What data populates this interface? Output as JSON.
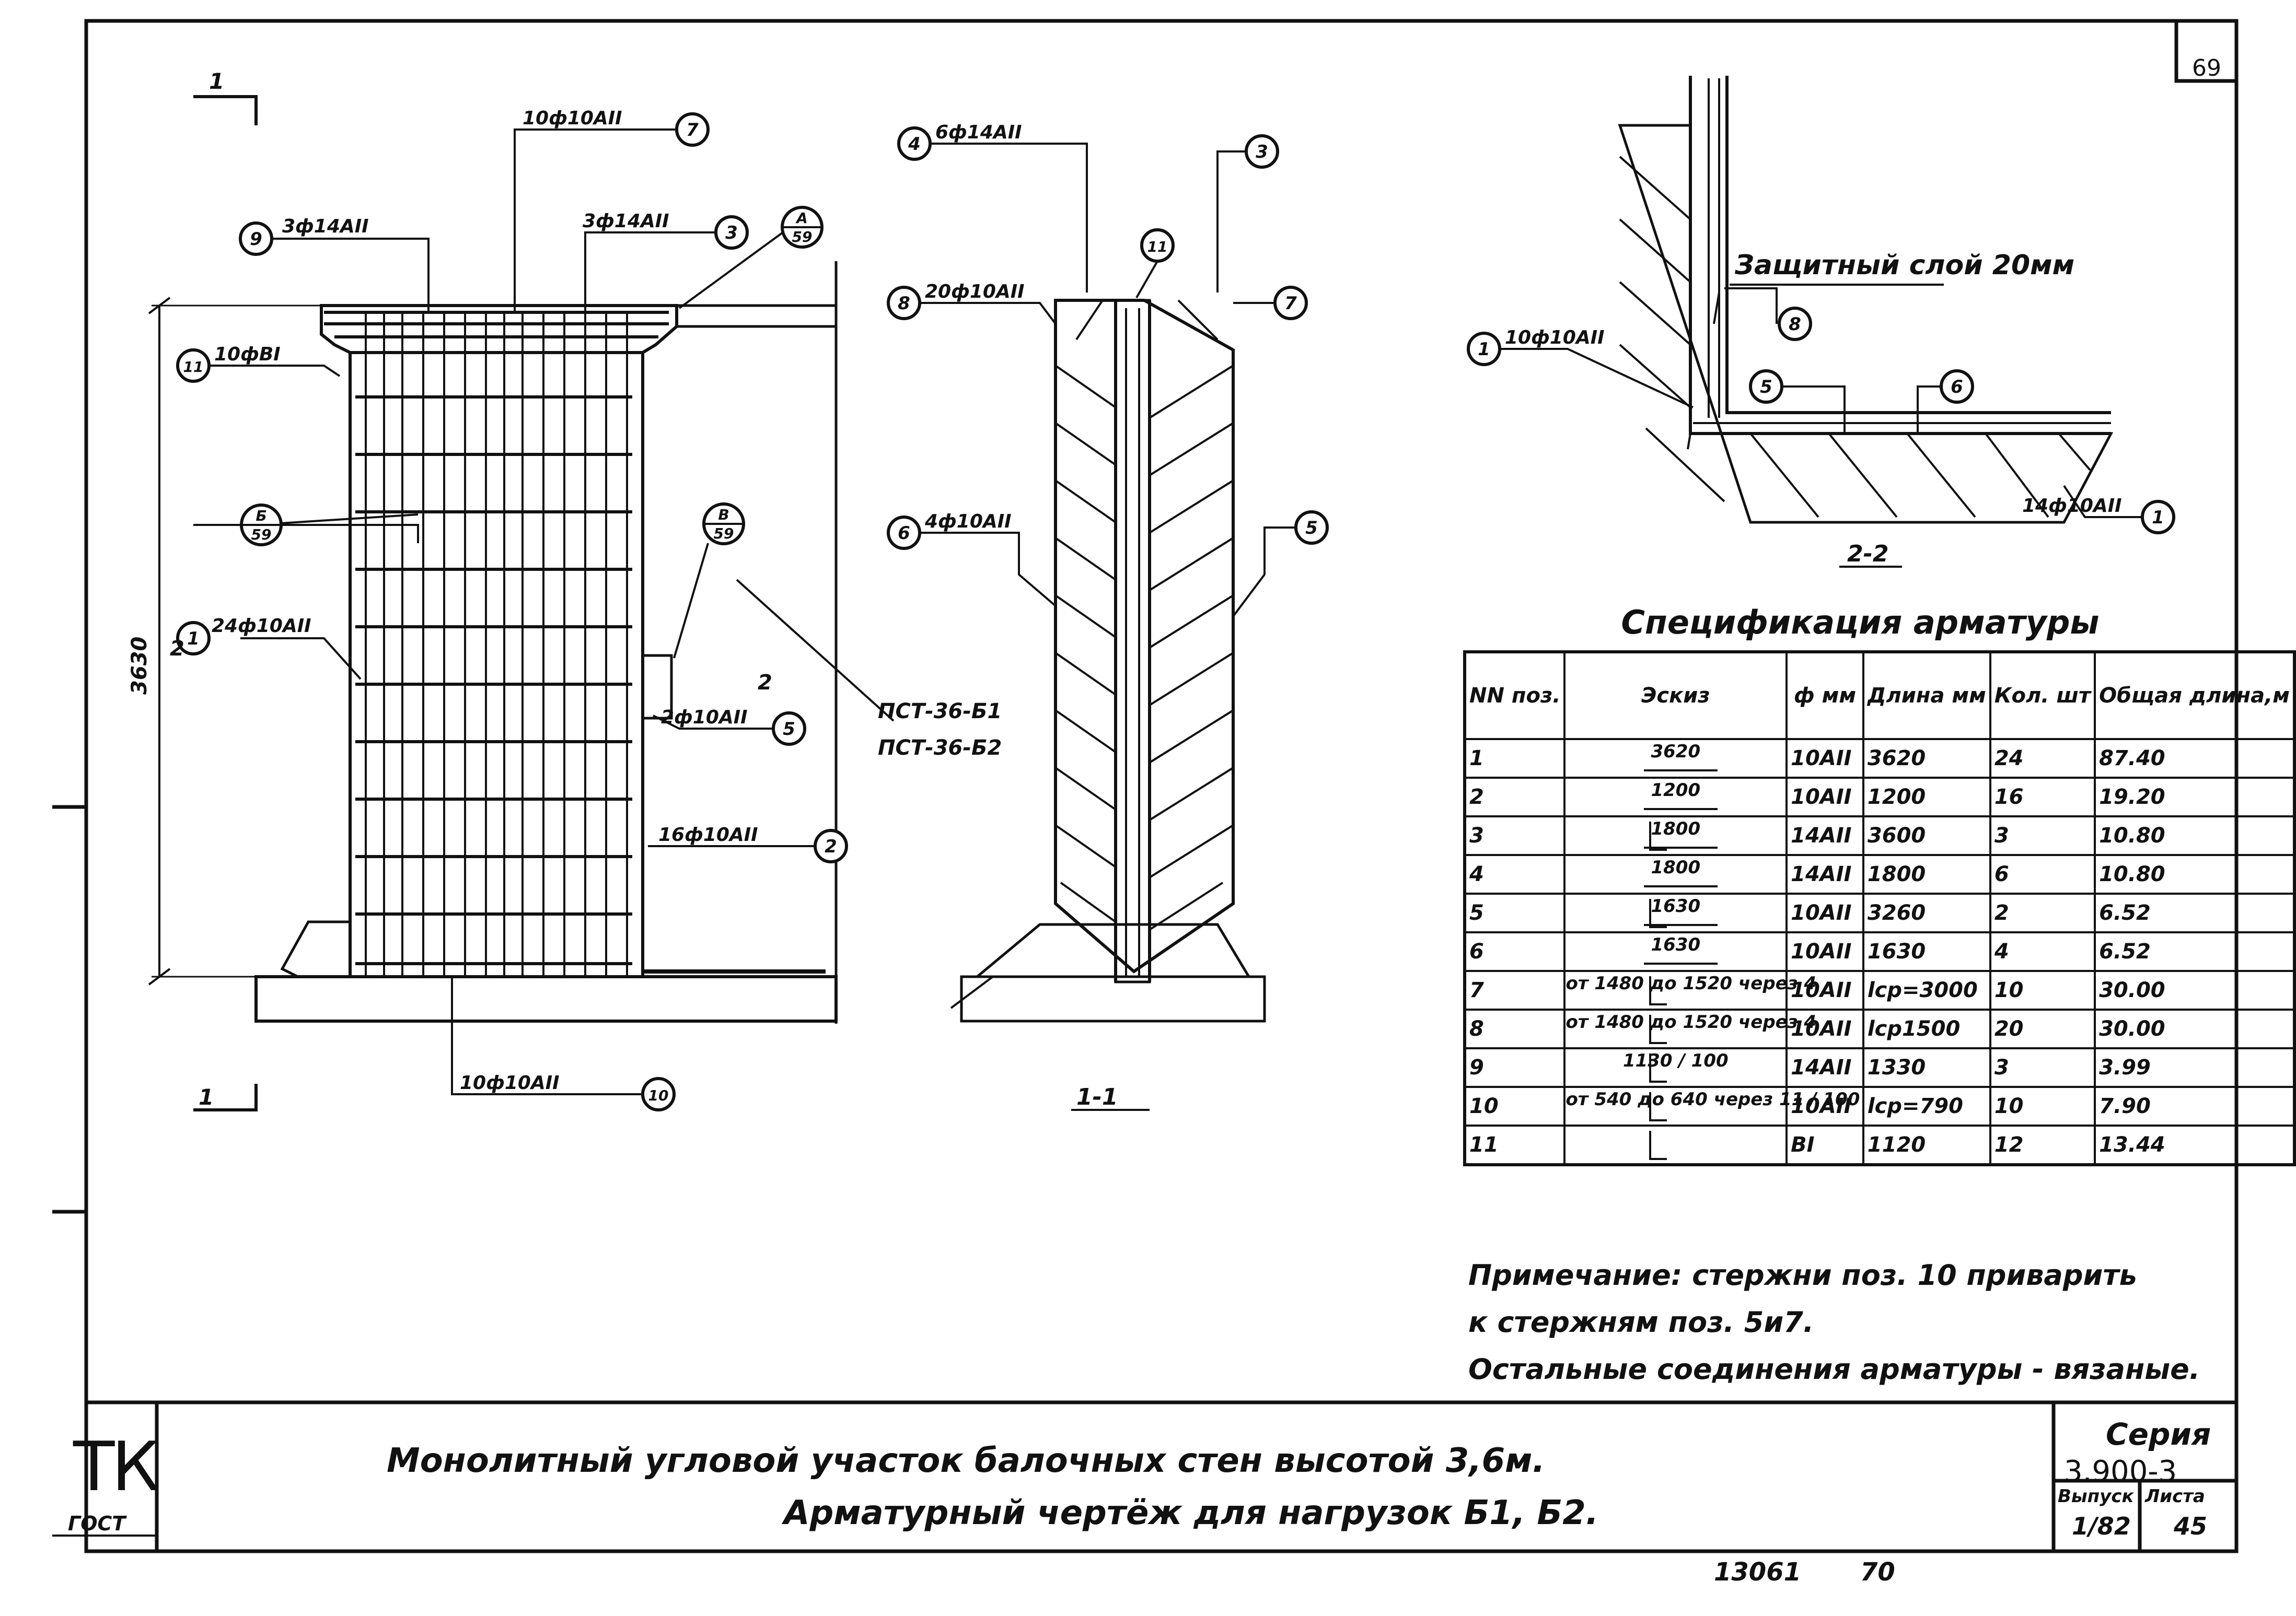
{
  "sheet_number": "69",
  "bottom_numbers": [
    "13061",
    "70"
  ],
  "stamp": "ГОСТ",
  "elevation": {
    "section_mark": "1",
    "height_dim": "3630",
    "view_mark_2": "2",
    "callouts": {
      "c7": "10ф10AII",
      "c9": "3ф14AII",
      "c3": "3ф14AII",
      "c11": "10фBI",
      "c1": "24ф10AII",
      "c5": "2ф10AII",
      "c2": "16ф10AII",
      "c10": "10ф10AII"
    },
    "panel_marks": [
      "ПСТ-36-Б1",
      "ПСТ-36-Б2"
    ],
    "node_a": {
      "top": "A",
      "bottom": "59"
    },
    "node_b": {
      "top": "Б",
      "bottom": "59"
    },
    "node_v": {
      "top": "В",
      "bottom": "59"
    },
    "numbers": {
      "n1": "1",
      "n2": "2",
      "n3": "3",
      "n5": "5",
      "n7": "7",
      "n9": "9",
      "n10": "10",
      "n11": "11"
    }
  },
  "section_1_1": {
    "title": "1-1",
    "callouts": {
      "c4": "6ф14AII",
      "c8": "20ф10AII",
      "c6": "4ф10AII"
    },
    "numbers": {
      "n4": "4",
      "n3": "3",
      "n11": "11",
      "n8": "8",
      "n7": "7",
      "n6": "6",
      "n5": "5"
    }
  },
  "section_2_2": {
    "title": "2-2",
    "note": "Защитный слой 20мм",
    "left_callout": "10ф10AII",
    "right_callout": "14ф10AII",
    "numbers": {
      "n1": "1",
      "n8": "8",
      "n5": "5",
      "n6": "6"
    }
  },
  "spec": {
    "title": "Спецификация арматуры",
    "headers": {
      "pos": "NN поз.",
      "sketch": "Эскиз",
      "dia": "ф мм",
      "len": "Длина мм",
      "qty": "Кол. шт",
      "total": "Общая длина,м"
    },
    "rows": [
      {
        "pos": "1",
        "sketch": "3620",
        "dia": "10AII",
        "len": "3620",
        "qty": "24",
        "total": "87.40"
      },
      {
        "pos": "2",
        "sketch": "1200",
        "dia": "10AII",
        "len": "1200",
        "qty": "16",
        "total": "19.20"
      },
      {
        "pos": "3",
        "sketch": "1800",
        "dia": "14AII",
        "len": "3600",
        "qty": "3",
        "total": "10.80"
      },
      {
        "pos": "4",
        "sketch": "1800",
        "dia": "14AII",
        "len": "1800",
        "qty": "6",
        "total": "10.80"
      },
      {
        "pos": "5",
        "sketch": "1630",
        "dia": "10AII",
        "len": "3260",
        "qty": "2",
        "total": "6.52"
      },
      {
        "pos": "6",
        "sketch": "1630",
        "dia": "10AII",
        "len": "1630",
        "qty": "4",
        "total": "6.52"
      },
      {
        "pos": "7",
        "sketch": "от 1480 до 1520 через 4",
        "dia": "10AII",
        "len": "lср=3000",
        "qty": "10",
        "total": "30.00"
      },
      {
        "pos": "8",
        "sketch": "от 1480 до 1520 через 4",
        "dia": "10AII",
        "len": "lср1500",
        "qty": "20",
        "total": "30.00"
      },
      {
        "pos": "9",
        "sketch": "1130 / 100",
        "dia": "14AII",
        "len": "1330",
        "qty": "3",
        "total": "3.99"
      },
      {
        "pos": "10",
        "sketch": "от 540 до 640 через 11 / 100",
        "dia": "10AII",
        "len": "lср=790",
        "qty": "10",
        "total": "7.90"
      },
      {
        "pos": "11",
        "sketch": "",
        "dia": "BI",
        "len": "1120",
        "qty": "12",
        "total": "13.44"
      }
    ]
  },
  "notes": [
    "Примечание: стержни поз. 10 приварить",
    "к стержням поз. 5и7.",
    "Остальные соединения арматуры - вязаные."
  ],
  "title_block": {
    "logo": "ТК",
    "line1": "Монолитный угловой участок балочных стен высотой 3,6м.",
    "line2": "Арматурный чертёж для нагрузок Б1, Б2.",
    "series_label": "Серия",
    "series": "3.900-3",
    "issue_label": "Выпуск",
    "sheet_label": "Листа",
    "issue": "1/82",
    "sheet": "45"
  }
}
